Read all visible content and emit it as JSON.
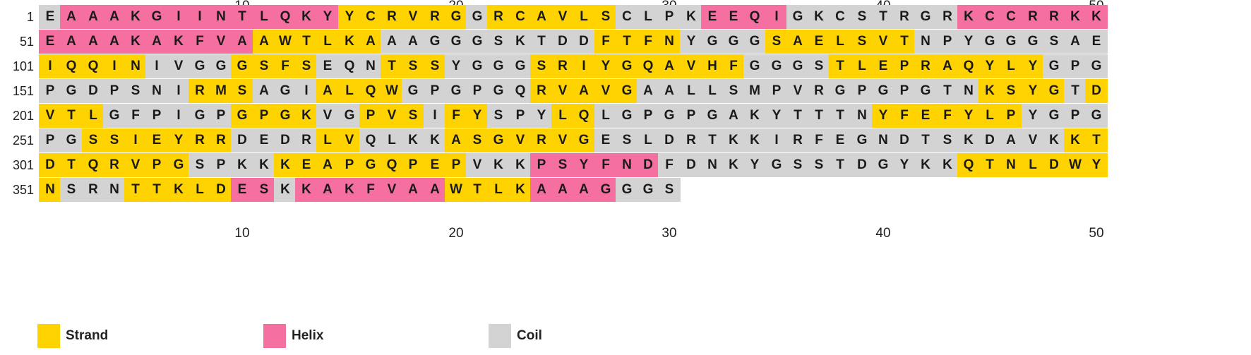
{
  "colors": {
    "strand": "#FFD300",
    "helix": "#F56FA1",
    "coil": "#D3D3D3"
  },
  "ticks": [
    "10",
    "20",
    "30",
    "40",
    "50"
  ],
  "tick_positions": [
    10,
    20,
    30,
    40,
    50
  ],
  "legend": [
    {
      "key": "S",
      "label": "Strand",
      "color": "#FFD300"
    },
    {
      "key": "H",
      "label": "Helix",
      "color": "#F56FA1"
    },
    {
      "key": "C",
      "label": "Coil",
      "color": "#D3D3D3"
    }
  ],
  "rows": [
    {
      "start": "1",
      "seq": "EAAAKGIINTLQKYYCRVRGGRCAVLSCLPKEEQIGKCSTRGRKCCRRKK",
      "ss": "CHHHHHHHHHHHHHSSSSSSCSSSSSSCCCCHHHHCCCCCCCCHHHHHHH"
    },
    {
      "start": "51",
      "seq": "EAAAKAKFVAAWTLKAAAGGGSKTDDFTFNYGGGSAELSVTNPYGGGSAE",
      "ss": "HHHHHHHHHHSSSSSSCCCCCCCCCCSSSSCCCCSSSSSSSCCCCCCCCC"
    },
    {
      "start": "101",
      "seq": "IQQINIVGGGSFSEQNTSSYGGGSRIYGQAVHFGGGSTLEPRAQYLYGPG",
      "ss": "SSSSSCCCCSSSSCCCSSSCCCCSSSSSSSSSSCCCCSSSSSSSSSSCCC"
    },
    {
      "start": "151",
      "seq": "PGDPSNIRMSAGIALQWGPGPGQRVAVGAALLSMPVRGPGPGTNKSYGTD",
      "ss": "CCCCCCCSSSCCCSSSSCCCCCCSSSSSCCCCCCCCCCCCCCCCSSSSCS"
    },
    {
      "start": "201",
      "seq": "VTLGFPIGPGPGKVGPVSIFYSPYLQLGPGPGAKYTTTNYFEFYLPYGPG",
      "ss": "SSSCCCCCCSSSSCCSSSCSSCCCSSCCCCCCCCCCCCCSSSSSSSCCCC"
    },
    {
      "start": "251",
      "seq": "PGSSIEYRRDEDRLVQLKKASGVRVGESLDRTKKIRFEGNDTSKDAVKKT",
      "ss": "CCSSSSSSSCCCCSSCCCCSSSSSSSCCCCCCCCCCCCCCCCCCCCCCSS"
    },
    {
      "start": "301",
      "seq": "DTQRVPGSPKKKEAPGQPEPVKKPSYFNDFDNKYGSSTDGYKKQTNLDWY",
      "ss": "SSSSSSSCCCCSSSSSSSSSCCCHHHHHHCCCCCCCCCCCCCCSSSSSSS"
    },
    {
      "start": "351",
      "seq": "NSRNTTKLDESKKAKFVAAWTLKAAAGGGS",
      "ss": "SCCCSSSSSHHCHHHHHHHSSSSHHHHCCC"
    }
  ]
}
